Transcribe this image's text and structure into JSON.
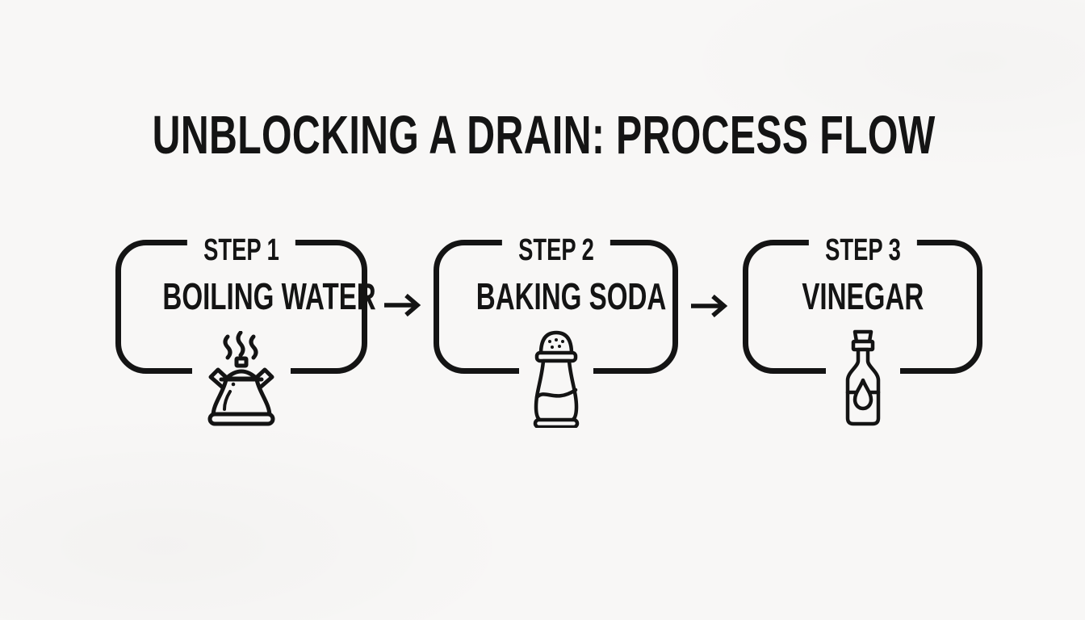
{
  "page": {
    "colors": {
      "background": "#f8f7f6",
      "ink": "#141414"
    }
  },
  "title": {
    "text": "UNBLOCKING A DRAIN: PROCESS FLOW"
  },
  "steps": [
    {
      "label": "STEP 1",
      "name": "BOILING WATER",
      "icon": "kettle-icon"
    },
    {
      "label": "STEP 2",
      "name": "BAKING SODA",
      "icon": "salt-shaker-icon"
    },
    {
      "label": "STEP 3",
      "name": "VINEGAR",
      "icon": "vinegar-bottle-icon"
    }
  ],
  "connectors": [
    {
      "type": "arrow-right"
    },
    {
      "type": "arrow-right"
    }
  ]
}
